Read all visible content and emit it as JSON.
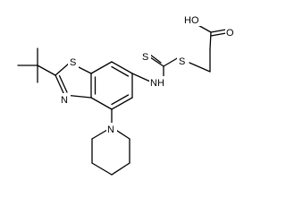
{
  "molecule": {
    "atom_labels": {
      "carboxyl_oh": "HO",
      "carbonyl_o": "O",
      "thioester_s": "S",
      "thione_s": "S",
      "ring_s": "S",
      "ring_n": "N",
      "amide_nh": "NH",
      "piperidine_n": "N"
    }
  }
}
